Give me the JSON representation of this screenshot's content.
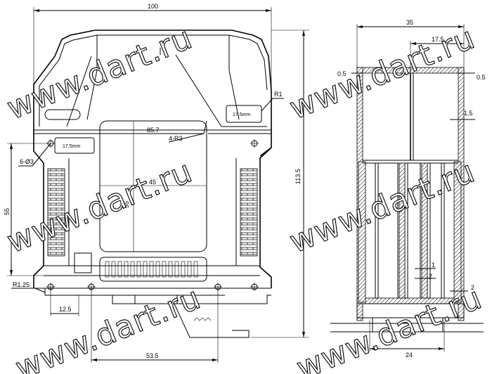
{
  "front_view": {
    "dimensions": {
      "overall_width": "100",
      "overall_height": "113.5",
      "hole_spacing": "85.7",
      "holes": "4-R3",
      "mount_holes": "6-Ø3",
      "side_height": "55",
      "window_width": "45",
      "window_height": "55",
      "corner_radius": "R1",
      "foot_radius": "R1.25",
      "foot_offset": "12.5",
      "base_width": "53.5"
    },
    "labels": {
      "module_label_top": "17.5mm",
      "module_label_left": "17.5mm"
    }
  },
  "side_view": {
    "dimensions": {
      "overall_depth": "35",
      "inner_depth": "17.5",
      "wall_left": "0.5",
      "wall_right": "0.5",
      "rib": "1.5",
      "gap_1": "1",
      "gap_2a": "2",
      "gap_2b": "2",
      "bottom_width": "24"
    }
  },
  "watermark": {
    "text": "www.dart.ru"
  }
}
